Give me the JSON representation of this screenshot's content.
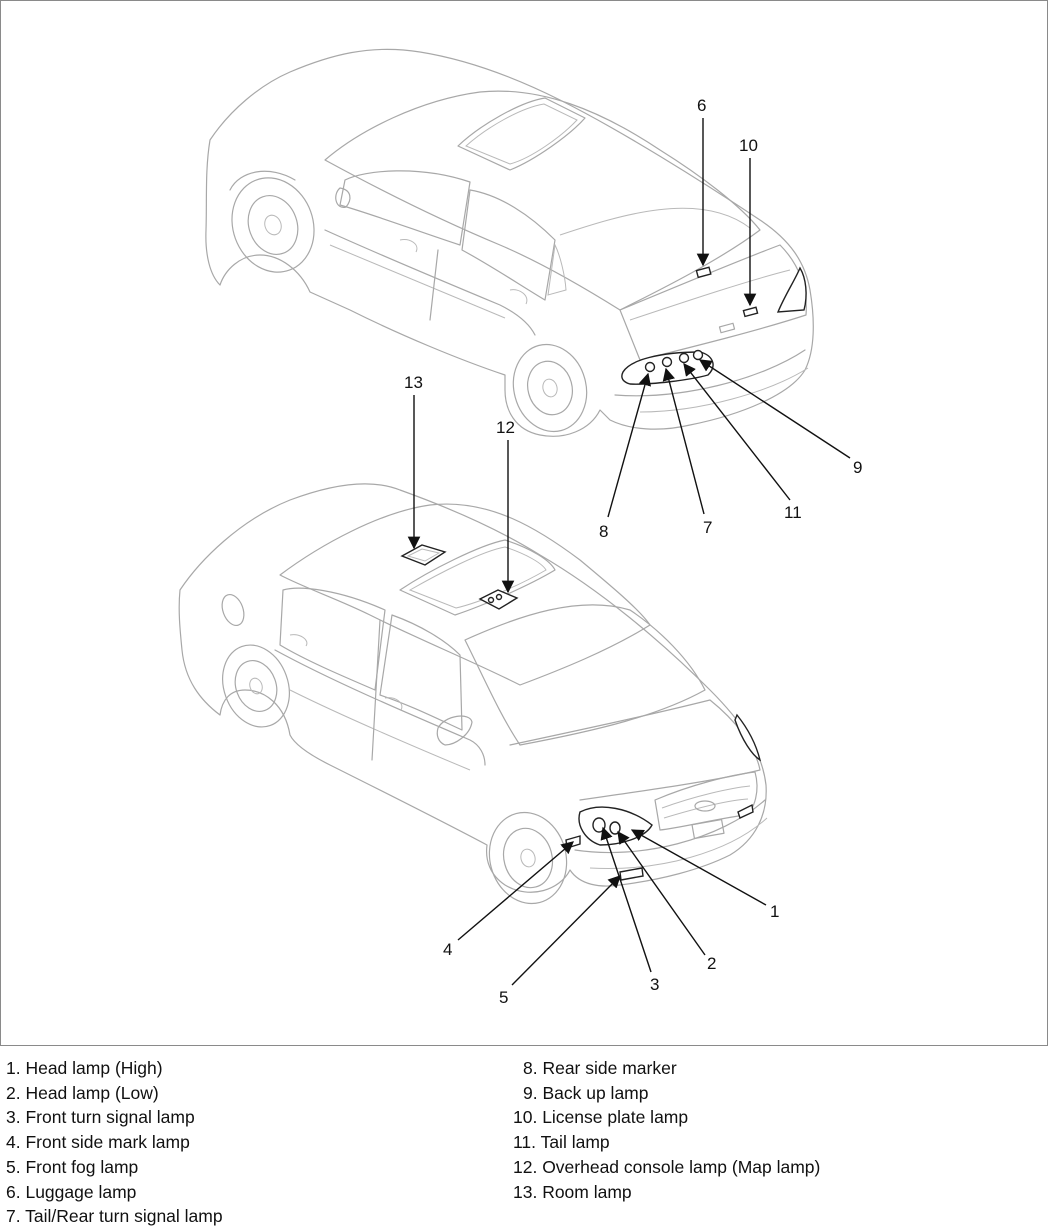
{
  "callouts": {
    "c1": "1",
    "c2": "2",
    "c3": "3",
    "c4": "4",
    "c5": "5",
    "c6": "6",
    "c7": "7",
    "c8": "8",
    "c9": "9",
    "c10": "10",
    "c11": "11",
    "c12": "12",
    "c13": "13"
  },
  "legend": {
    "left": [
      "1. Head lamp (High)",
      "2. Head lamp (Low)",
      "3. Front turn signal lamp",
      "4. Front side mark lamp",
      "5. Front fog lamp",
      "6. Luggage lamp",
      "7. Tail/Rear turn signal lamp"
    ],
    "right": [
      "8. Rear side marker",
      "9. Back up lamp",
      "10. License plate lamp",
      "11. Tail lamp",
      "12. Overhead console lamp (Map lamp)",
      "13. Room lamp"
    ]
  }
}
